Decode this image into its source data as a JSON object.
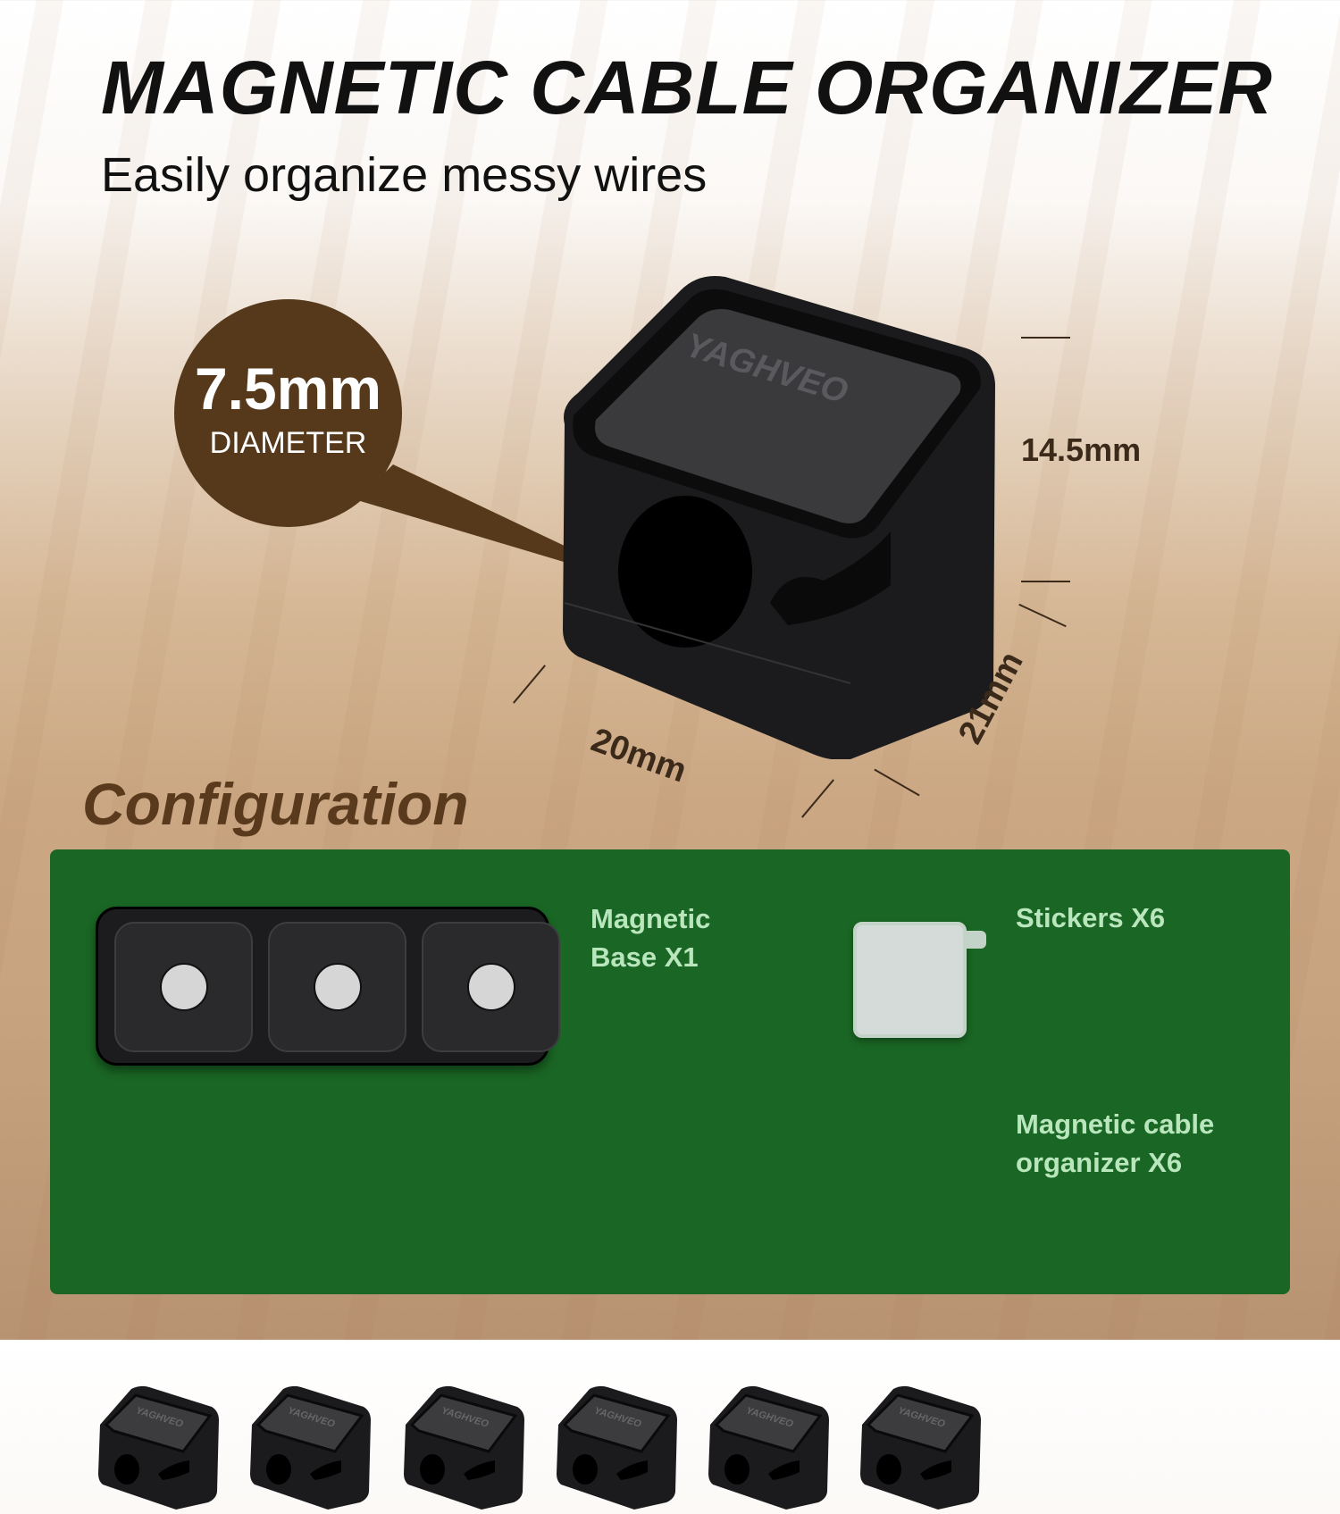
{
  "header": {
    "title": "MAGNETIC CABLE ORGANIZER",
    "subtitle": "Easily organize messy wires"
  },
  "callout": {
    "value": "7.5mm",
    "label": "DIAMETER",
    "color": "#55391a"
  },
  "product": {
    "brand": "YAGHVEO"
  },
  "dimensions": {
    "height": "14.5mm",
    "width": "20mm",
    "depth": "21mm"
  },
  "configuration": {
    "heading": "Configuration",
    "panel_color": "#1a6624",
    "items": [
      {
        "line1": "Magnetic",
        "line2": "Base  X1"
      },
      {
        "line1": "Stickers  X6"
      },
      {
        "line1": "Magnetic cable",
        "line2": "organizer   X6"
      }
    ],
    "organizer_count": 6
  }
}
